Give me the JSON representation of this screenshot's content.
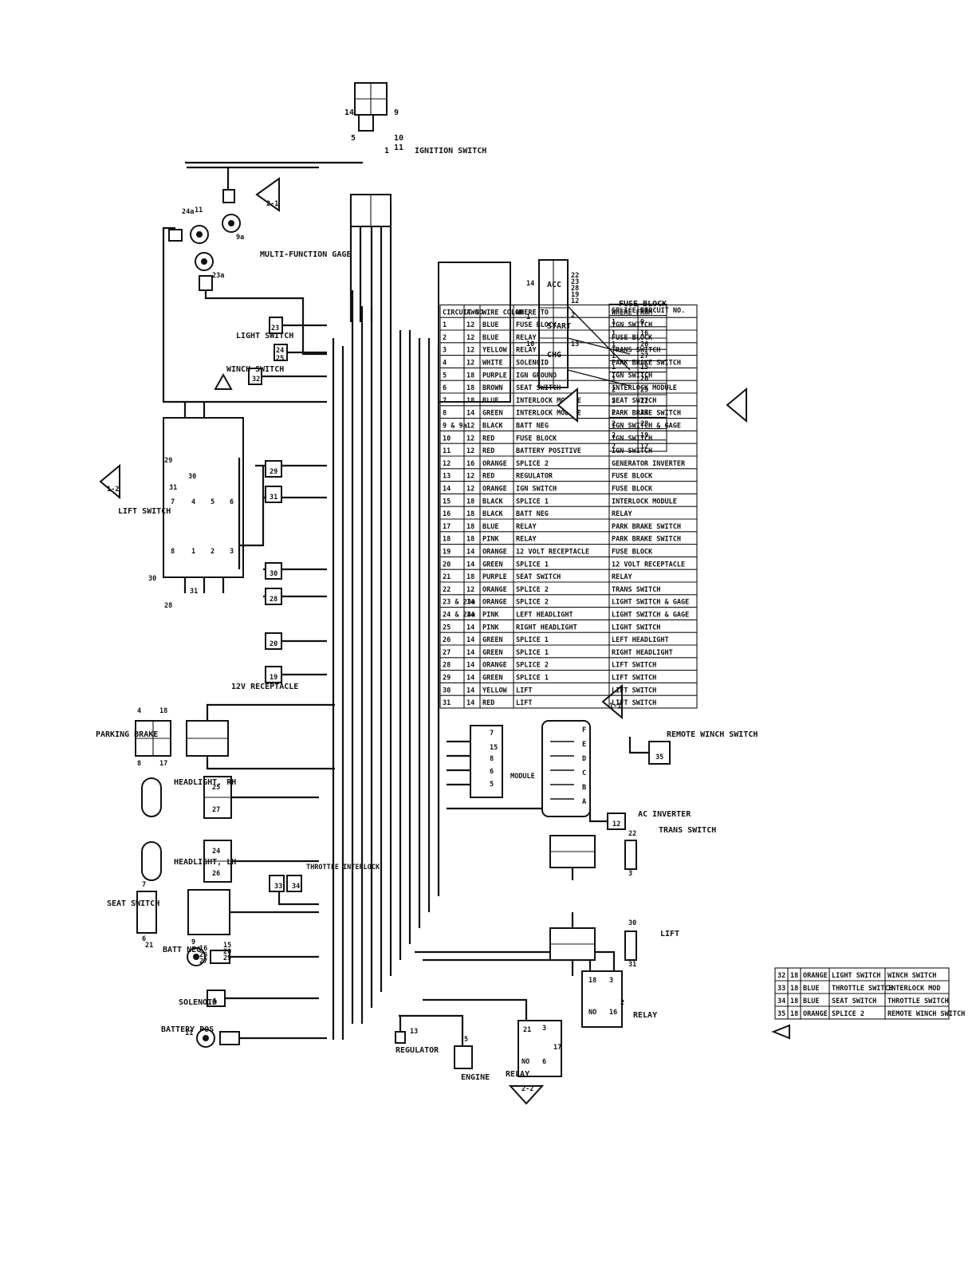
{
  "labels": {
    "ignition_switch": "IGNITION SWITCH",
    "multi_function_gage": "MULTI-FUNCTION GAGE",
    "light_switch": "LIGHT SWITCH",
    "winch_switch": "WINCH SWITCH",
    "lift_switch": "LIFT SWITCH",
    "receptacle_12v": "12V RECEPTACLE",
    "parking_brake": "PARKING BRAKE",
    "headlight_rh": "HEADLIGHT, RH",
    "headlight_lh": "HEADLIGHT, LH",
    "seat_switch": "SEAT SWITCH",
    "batt_neg": "BATT NEG",
    "solenoid": "SOLENOID",
    "battery_pos": "BATTERY POS",
    "regulator": "REGULATOR",
    "engine": "ENGINE",
    "relay": "RELAY",
    "relay2": "RELAY",
    "lift": "LIFT",
    "trans_switch": "TRANS SWITCH",
    "ac_inverter": "AC INVERTER",
    "remote_winch_switch": "REMOTE WINCH SWITCH",
    "module": "MODULE",
    "fuse_block": "FUSE BLOCK",
    "throttle_interlock": "THROTTLE INTERLOCK",
    "chg": "CHG",
    "start": "START",
    "acc": "ACC"
  },
  "callouts": {
    "c21": "2-1",
    "c12": "1-2",
    "c11": "1-1",
    "c22": "2-2"
  },
  "pin_numbers": {
    "ign_5": "5",
    "ign_14": "14",
    "ign_9": "9",
    "ign_10": "10",
    "ign_11": "11",
    "ign_1": "1",
    "g24a": "24a",
    "g11": "11",
    "g9a": "9a",
    "g23a": "23a",
    "c23": "23",
    "c24": "24",
    "c25": "25",
    "c32": "32",
    "c29": "29",
    "c31": "31",
    "c30": "30",
    "c28": "28",
    "c20": "20",
    "c19": "19",
    "lift_7": "7",
    "lift_4": "4",
    "lift_5": "5",
    "lift_6": "6",
    "lift_8": "8",
    "lift_1": "1",
    "lift_2": "2",
    "lift_3": "3",
    "lift_30a": "30",
    "lift_31a": "31",
    "lift_28": "28",
    "lift_29": "29",
    "lift_30b": "30",
    "lift_31b": "31",
    "pb_4": "4",
    "pb_18": "18",
    "pb_8": "8",
    "pb_17": "17",
    "hl_25": "25",
    "hl_27": "27",
    "hl_24": "24",
    "hl_26": "26",
    "c33": "33",
    "c34": "34",
    "ss_7": "7",
    "ss_6": "6",
    "ss_21": "21",
    "bn_9": "9",
    "bn_16": "16",
    "bn_26": "26",
    "bn_27": "27",
    "bn_15": "15",
    "bn_20": "20",
    "bn_29": "29",
    "sol_4": "4",
    "bp_11": "11",
    "reg_13": "13",
    "eng_5": "5",
    "mod_5": "5",
    "mod_6": "6",
    "mod_8": "8",
    "mod_15": "15",
    "mod_7": "7",
    "conn_a": "A",
    "conn_b": "B",
    "conn_c": "C",
    "conn_d": "D",
    "conn_e": "E",
    "conn_f": "F",
    "c35": "35",
    "c12": "12",
    "ts_22": "22",
    "ts_3": "3",
    "lf_30": "30",
    "lf_31": "31",
    "r1_18": "18",
    "r1_3": "3",
    "r1_16": "16",
    "r1_2": "2",
    "r1_no": "NO",
    "r2_21": "21",
    "r2_3": "3",
    "r2_6": "6",
    "r2_17": "17",
    "r2_no": "NO",
    "fb_10": "10",
    "fb_1": "1",
    "fb_14": "14",
    "fb_13": "13",
    "fb_2": "2",
    "fb_22": "22",
    "fb_23": "23",
    "fb_28": "28",
    "fb_19": "19",
    "fb_12": "12"
  },
  "splice_table": {
    "headers": [
      "SPLICE NO.",
      "CIRCUIT NO."
    ],
    "rows": [
      [
        "1",
        "9"
      ],
      [
        "1",
        "16"
      ],
      [
        "1",
        "26"
      ],
      [
        "1",
        "27"
      ],
      [
        "1",
        "15"
      ],
      [
        "1",
        "20"
      ],
      [
        "2",
        "29"
      ],
      [
        "2",
        "22"
      ],
      [
        "2",
        "23"
      ],
      [
        "2",
        "28"
      ],
      [
        "2",
        "19"
      ],
      [
        "2",
        "12"
      ]
    ]
  },
  "circuit_table": {
    "headers": [
      "CIRCUIT NO.",
      "AWG",
      "WIRE COLOR",
      "WHERE TO",
      "WHERE FROM"
    ],
    "rows": [
      [
        "1",
        "12",
        "BLUE",
        "FUSE BLOCK",
        "IGN SWITCH"
      ],
      [
        "2",
        "12",
        "BLUE",
        "RELAY",
        "FUSE BLOCK"
      ],
      [
        "3",
        "12",
        "YELLOW",
        "RELAY",
        "TRANS SWITCH"
      ],
      [
        "4",
        "12",
        "WHITE",
        "SOLENOID",
        "PARK BRAKE SWITCH"
      ],
      [
        "5",
        "18",
        "PURPLE",
        "IGN GROUND",
        "IGN SWITCH"
      ],
      [
        "6",
        "18",
        "BROWN",
        "SEAT SWITCH",
        "INTERLOCK MODULE"
      ],
      [
        "7",
        "18",
        "BLUE",
        "INTERLOCK MODULE",
        "SEAT SWITCH"
      ],
      [
        "8",
        "14",
        "GREEN",
        "INTERLOCK MODULE",
        "PARK BRAKE SWITCH"
      ],
      [
        "9 & 9a",
        "12",
        "BLACK",
        "BATT NEG",
        "IGN SWITCH & GAGE"
      ],
      [
        "10",
        "12",
        "RED",
        "FUSE BLOCK",
        "IGN SWITCH"
      ],
      [
        "11",
        "12",
        "RED",
        "BATTERY POSITIVE",
        "IGN SWITCH"
      ],
      [
        "12",
        "16",
        "ORANGE",
        "SPLICE 2",
        "GENERATOR INVERTER"
      ],
      [
        "13",
        "12",
        "RED",
        "REGULATOR",
        "FUSE BLOCK"
      ],
      [
        "14",
        "12",
        "ORANGE",
        "IGN SWITCH",
        "FUSE BLOCK"
      ],
      [
        "15",
        "18",
        "BLACK",
        "SPLICE 1",
        "INTERLOCK MODULE"
      ],
      [
        "16",
        "18",
        "BLACK",
        "BATT NEG",
        "RELAY"
      ],
      [
        "17",
        "18",
        "BLUE",
        "RELAY",
        "PARK BRAKE SWITCH"
      ],
      [
        "18",
        "18",
        "PINK",
        "RELAY",
        "PARK BRAKE SWITCH"
      ],
      [
        "19",
        "14",
        "ORANGE",
        "12 VOLT RECEPTACLE",
        "FUSE BLOCK"
      ],
      [
        "20",
        "14",
        "GREEN",
        "SPLICE 1",
        "12 VOLT RECEPTACLE"
      ],
      [
        "21",
        "18",
        "PURPLE",
        "SEAT SWITCH",
        "RELAY"
      ],
      [
        "22",
        "12",
        "ORANGE",
        "SPLICE 2",
        "TRANS SWITCH"
      ],
      [
        "23 & 23a",
        "14",
        "ORANGE",
        "SPLICE 2",
        "LIGHT SWITCH & GAGE"
      ],
      [
        "24 & 24a",
        "14",
        "PINK",
        "LEFT HEADLIGHT",
        "LIGHT SWITCH & GAGE"
      ],
      [
        "25",
        "14",
        "PINK",
        "RIGHT HEADLIGHT",
        "LIGHT SWITCH"
      ],
      [
        "26",
        "14",
        "GREEN",
        "SPLICE 1",
        "LEFT HEADLIGHT"
      ],
      [
        "27",
        "14",
        "GREEN",
        "SPLICE 1",
        "RIGHT HEADLIGHT"
      ],
      [
        "28",
        "14",
        "ORANGE",
        "SPLICE 2",
        "LIFT SWITCH"
      ],
      [
        "29",
        "14",
        "GREEN",
        "SPLICE 1",
        "LIFT SWITCH"
      ],
      [
        "30",
        "14",
        "YELLOW",
        "LIFT",
        "LIFT SWITCH"
      ],
      [
        "31",
        "14",
        "RED",
        "LIFT",
        "LIFT SWITCH"
      ]
    ]
  },
  "added_table": {
    "rows": [
      [
        "32",
        "18",
        "ORANGE",
        "LIGHT SWITCH",
        "WINCH SWITCH"
      ],
      [
        "33",
        "18",
        "BLUE",
        "THROTTLE SWITCH",
        "INTERLOCK MOD"
      ],
      [
        "34",
        "18",
        "BLUE",
        "SEAT SWITCH",
        "THROTTLE SWITCH"
      ],
      [
        "35",
        "18",
        "ORANGE",
        "SPLICE 2",
        "REMOTE WINCH SWITCH"
      ]
    ]
  }
}
